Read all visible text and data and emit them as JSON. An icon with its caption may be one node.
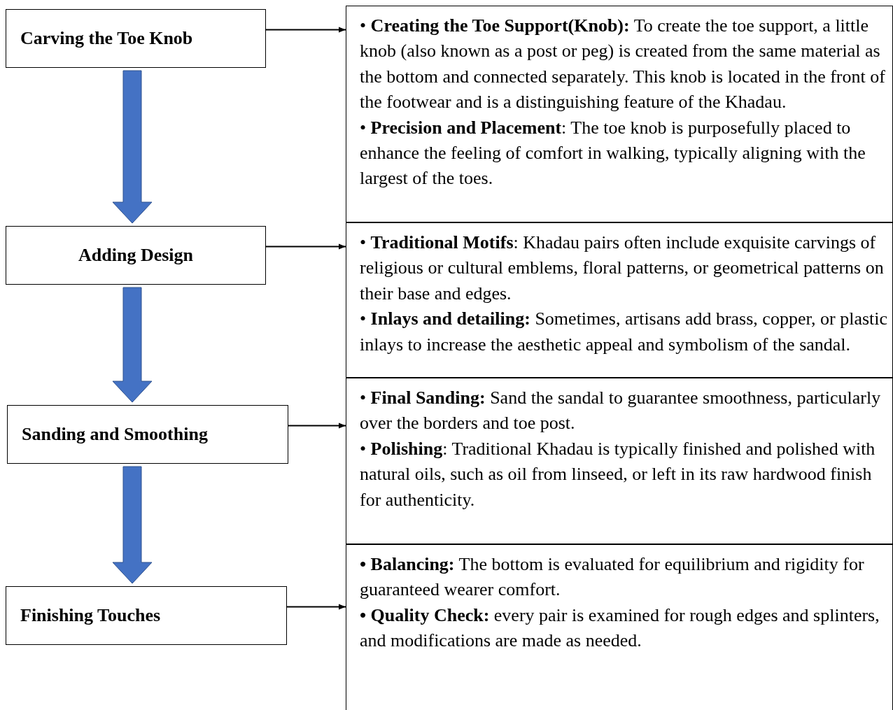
{
  "diagram": {
    "nodes": [
      {
        "text": [
          "Carving the Toe Knob"
        ]
      },
      {
        "text": [
          "• **Creating the Toe Support(Knob):** To create the toe support, a little knob (also known as a post or peg) is created from the same material as the bottom and connected separately. This knob is located in the front of the footwear and is a distinguishing feature of the Khadau.",
          "• **Precision and Placement**:  The toe knob is purposefully placed to enhance the feeling of comfort in walking, typically aligning with the largest of the toes."
        ]
      },
      {
        "text": [
          "Adding Design"
        ]
      },
      {
        "text": [
          "• **Traditional Motifs**:  Khadau pairs often include exquisite carvings of religious or cultural emblems, floral patterns, or geometrical patterns on their base and edges.",
          "• **Inlays and detailing:** Sometimes, artisans add brass, copper, or plastic inlays to increase the aesthetic appeal and symbolism of the sandal."
        ]
      },
      {
        "text": [
          "Sanding and Smoothing"
        ]
      },
      {
        "text": [
          "• **Final Sanding:** Sand the sandal to guarantee smoothness, particularly over the borders and toe post.",
          "• **Polishing**: Traditional Khadau is typically finished and polished with natural oils, such as oil from linseed, or left in its raw hardwood finish for authenticity."
        ]
      },
      {
        "text": [
          "Finishing Touches"
        ]
      },
      {
        "text": [
          "**• Balancing:** The bottom is evaluated for equilibrium and rigidity for guaranteed wearer comfort.",
          "**• Quality Check:** every pair is examined for rough edges and splinters, and modifications are made as needed."
        ]
      }
    ],
    "edges": [
      {
        "from": 0,
        "to": 1,
        "arrow": "to"
      },
      {
        "from": 0,
        "to": 2,
        "arrow": "to",
        "style": "thick",
        "color": "#4472c4"
      },
      {
        "from": 2,
        "to": 3,
        "arrow": "to"
      },
      {
        "from": 2,
        "to": 4,
        "arrow": "to",
        "style": "thick",
        "color": "#4472c4"
      },
      {
        "from": 4,
        "to": 5,
        "arrow": "to"
      },
      {
        "from": 4,
        "to": 6,
        "arrow": "to",
        "style": "thick",
        "color": "#4472c4"
      },
      {
        "from": 6,
        "to": 7,
        "arrow": "to"
      }
    ]
  }
}
